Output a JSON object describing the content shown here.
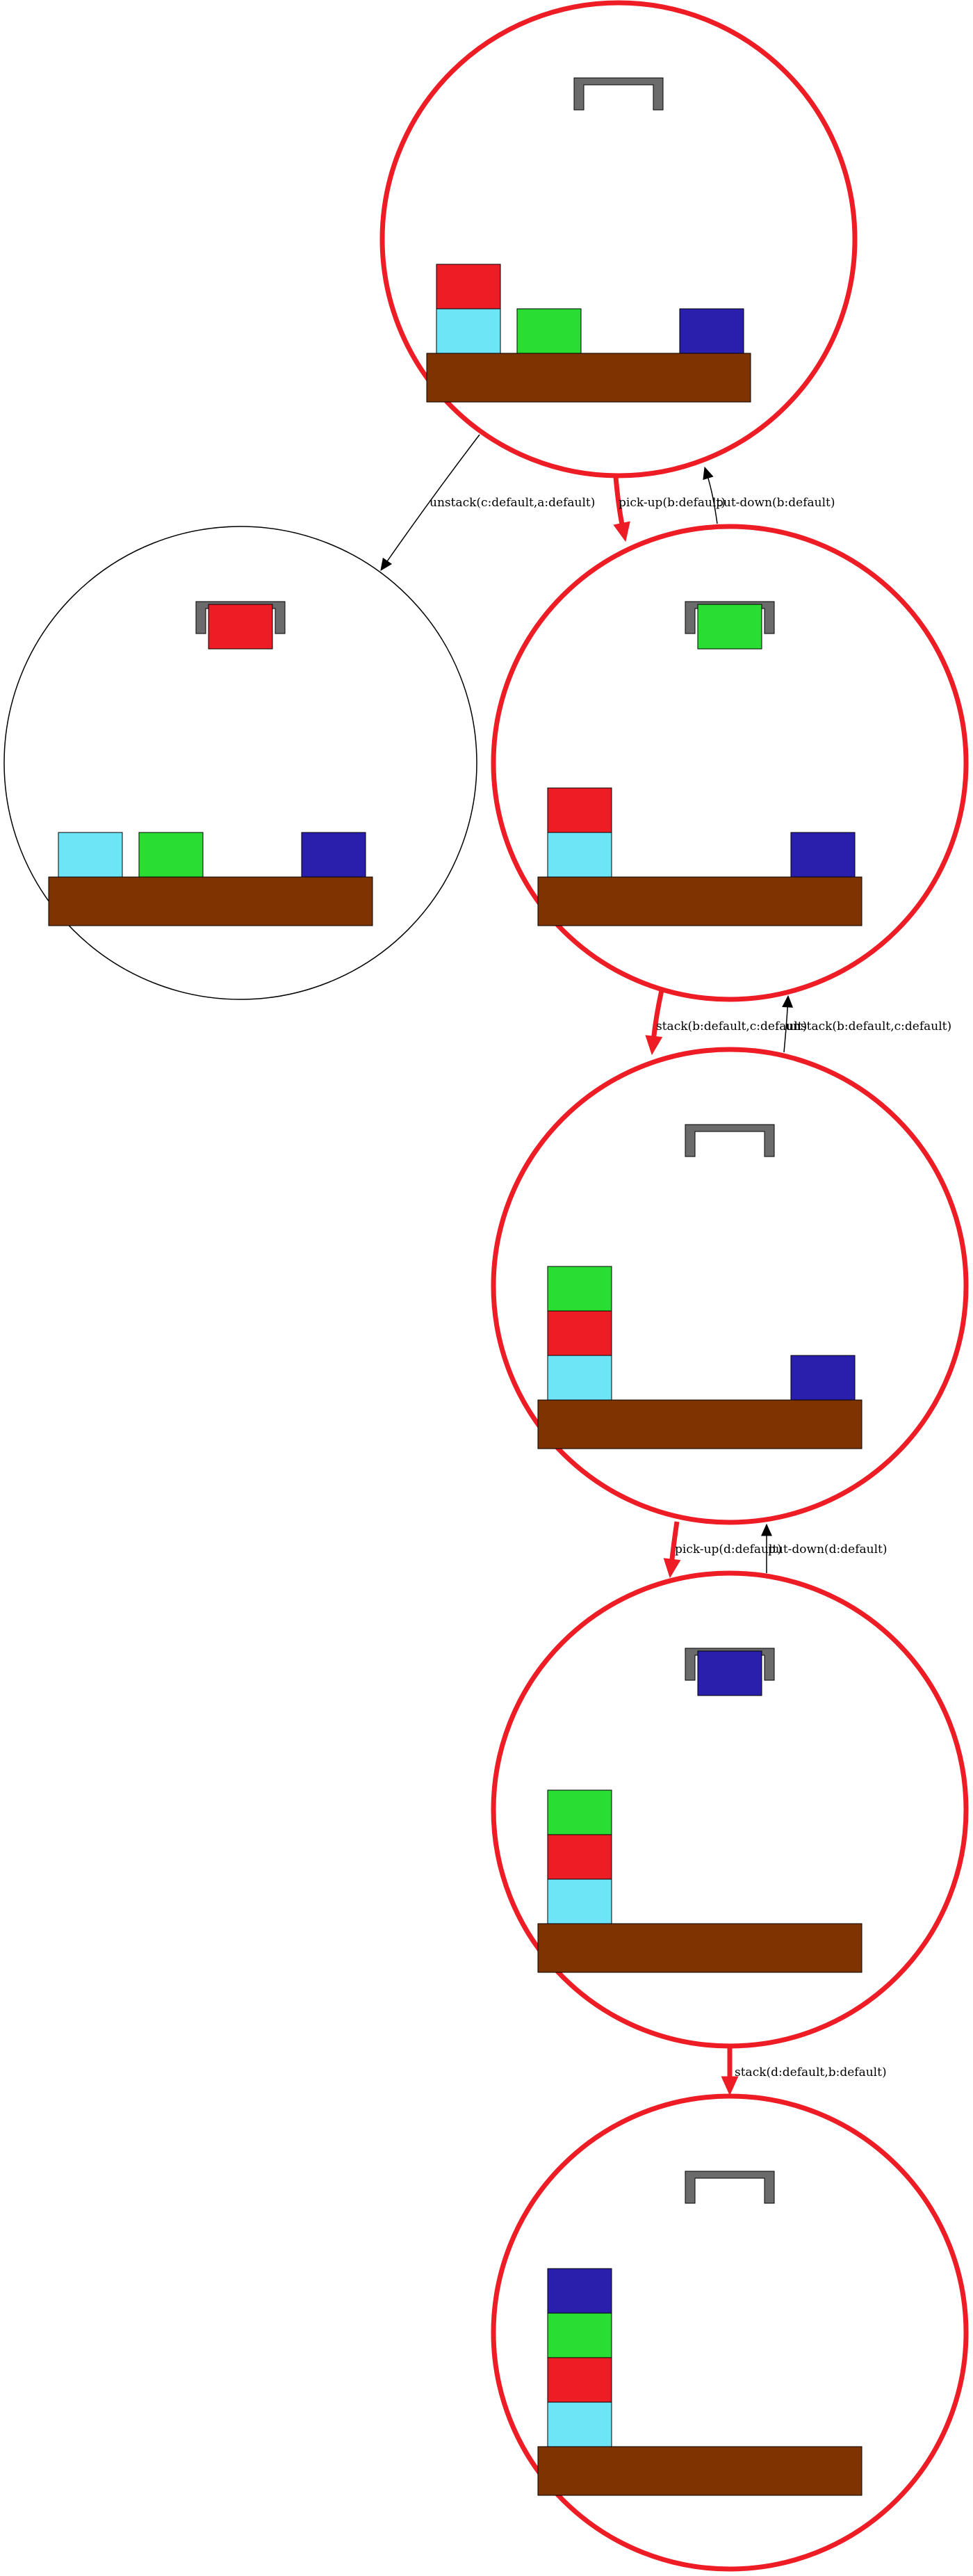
{
  "colors": {
    "path_highlight": "#ee1c24",
    "node_border": "#000000",
    "table": "#7f3300",
    "gripper": "#6b6b6b",
    "block_a": "#6ee5f7",
    "block_b": "#ee1c24",
    "block_c": "#29dd33",
    "block_d": "#2a1fad"
  },
  "states": [
    {
      "id": "s0",
      "on_plan_path": true,
      "gripper_holding": null,
      "stacks": [
        {
          "slot": 0,
          "blocks": [
            "a",
            "b"
          ]
        },
        {
          "slot": 1,
          "blocks": [
            "c"
          ]
        },
        {
          "slot": 3,
          "blocks": [
            "d"
          ]
        }
      ]
    },
    {
      "id": "s1",
      "on_plan_path": false,
      "gripper_holding": "b",
      "stacks": [
        {
          "slot": 0,
          "blocks": [
            "a"
          ]
        },
        {
          "slot": 1,
          "blocks": [
            "c"
          ]
        },
        {
          "slot": 3,
          "blocks": [
            "d"
          ]
        }
      ]
    },
    {
      "id": "s2",
      "on_plan_path": true,
      "gripper_holding": "c",
      "stacks": [
        {
          "slot": 0,
          "blocks": [
            "a",
            "b"
          ]
        },
        {
          "slot": 3,
          "blocks": [
            "d"
          ]
        }
      ]
    },
    {
      "id": "s3",
      "on_plan_path": true,
      "gripper_holding": null,
      "stacks": [
        {
          "slot": 0,
          "blocks": [
            "a",
            "b",
            "c"
          ]
        },
        {
          "slot": 3,
          "blocks": [
            "d"
          ]
        }
      ]
    },
    {
      "id": "s4",
      "on_plan_path": true,
      "gripper_holding": "d",
      "stacks": [
        {
          "slot": 0,
          "blocks": [
            "a",
            "b",
            "c"
          ]
        }
      ]
    },
    {
      "id": "s5",
      "on_plan_path": true,
      "gripper_holding": null,
      "stacks": [
        {
          "slot": 0,
          "blocks": [
            "a",
            "b",
            "c",
            "d"
          ]
        }
      ]
    }
  ],
  "edges": [
    {
      "from": "s0",
      "to": "s1",
      "label": "unstack(c:default,a:default)",
      "on_plan_path": false
    },
    {
      "from": "s0",
      "to": "s2",
      "label": "pick-up(b:default)",
      "on_plan_path": true
    },
    {
      "from": "s2",
      "to": "s0",
      "label": "put-down(b:default)",
      "on_plan_path": false
    },
    {
      "from": "s2",
      "to": "s3",
      "label": "stack(b:default,c:default)",
      "on_plan_path": true
    },
    {
      "from": "s3",
      "to": "s2",
      "label": "unstack(b:default,c:default)",
      "on_plan_path": false
    },
    {
      "from": "s3",
      "to": "s4",
      "label": "pick-up(d:default)",
      "on_plan_path": true
    },
    {
      "from": "s4",
      "to": "s3",
      "label": "put-down(d:default)",
      "on_plan_path": false
    },
    {
      "from": "s4",
      "to": "s5",
      "label": "stack(d:default,b:default)",
      "on_plan_path": true
    }
  ]
}
